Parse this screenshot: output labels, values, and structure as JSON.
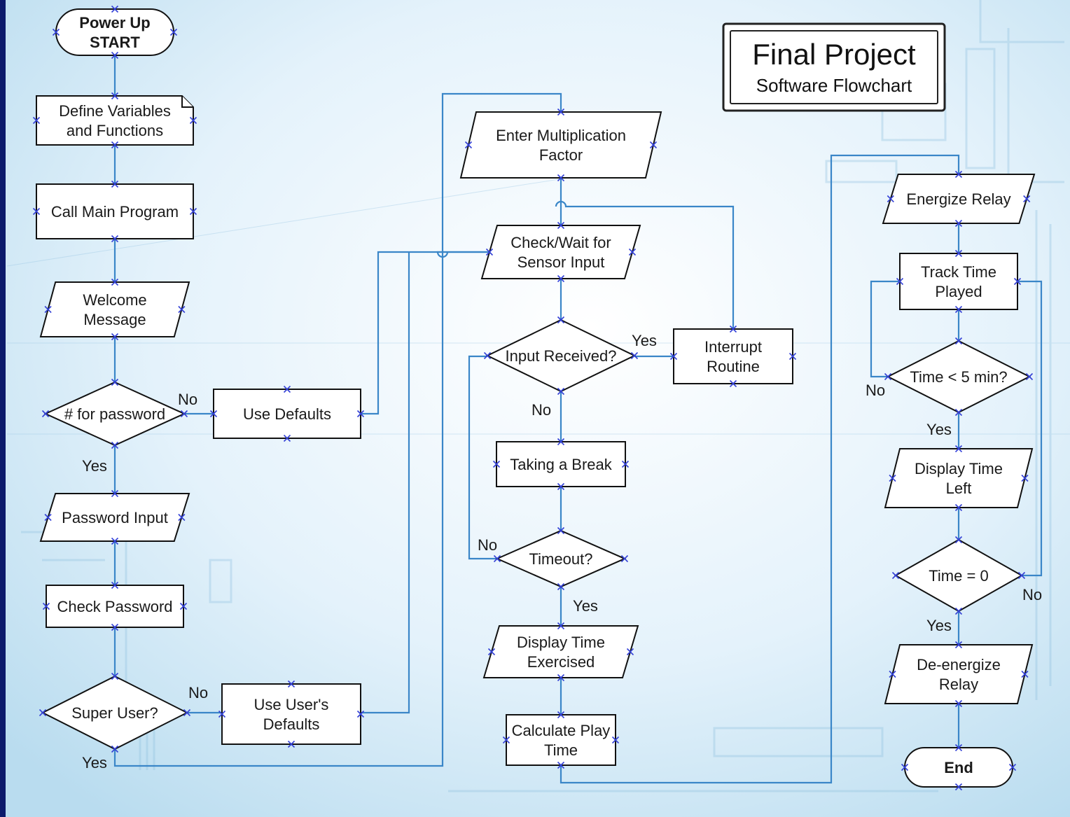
{
  "title": {
    "main": "Final Project",
    "sub": "Software Flowchart"
  },
  "nodes": {
    "start": [
      "Power Up",
      "START"
    ],
    "define_vars": [
      "Define Variables",
      "and Functions"
    ],
    "call_main": [
      "Call Main Program"
    ],
    "welcome": [
      "Welcome",
      "Message"
    ],
    "pw_decision": [
      "# for password"
    ],
    "use_defaults": [
      "Use Defaults"
    ],
    "password_input": [
      "Password Input"
    ],
    "check_password": [
      "Check Password"
    ],
    "super_user": [
      "Super User?"
    ],
    "use_user_defaults": [
      "Use User's",
      "Defaults"
    ],
    "enter_factor": [
      "Enter Multiplication",
      "Factor"
    ],
    "check_sensor": [
      "Check/Wait for",
      "Sensor Input"
    ],
    "input_received": [
      "Input Received?"
    ],
    "interrupt": [
      "Interrupt",
      "Routine"
    ],
    "taking_break": [
      "Taking a Break"
    ],
    "timeout": [
      "Timeout?"
    ],
    "display_exercised": [
      "Display Time",
      "Exercised"
    ],
    "calc_play": [
      "Calculate Play",
      "Time"
    ],
    "energize": [
      "Energize Relay"
    ],
    "track_time": [
      "Track Time",
      "Played"
    ],
    "time_lt5": [
      "Time < 5 min?"
    ],
    "display_left": [
      "Display Time",
      "Left"
    ],
    "time_eq0": [
      "Time = 0"
    ],
    "deenergize": [
      "De-energize",
      "Relay"
    ],
    "end": [
      "End"
    ]
  },
  "edge_labels": {
    "pw_no": "No",
    "pw_yes": "Yes",
    "su_no": "No",
    "su_yes": "Yes",
    "ir_yes": "Yes",
    "ir_no": "No",
    "to_no": "No",
    "to_yes": "Yes",
    "t5_no": "No",
    "t5_yes": "Yes",
    "t0_no": "No",
    "t0_yes": "Yes"
  },
  "colors": {
    "connector": "#3a86c8",
    "connection_point": "#3340d6",
    "shape_fill": "#ffffff",
    "shape_stroke": "#111111"
  }
}
